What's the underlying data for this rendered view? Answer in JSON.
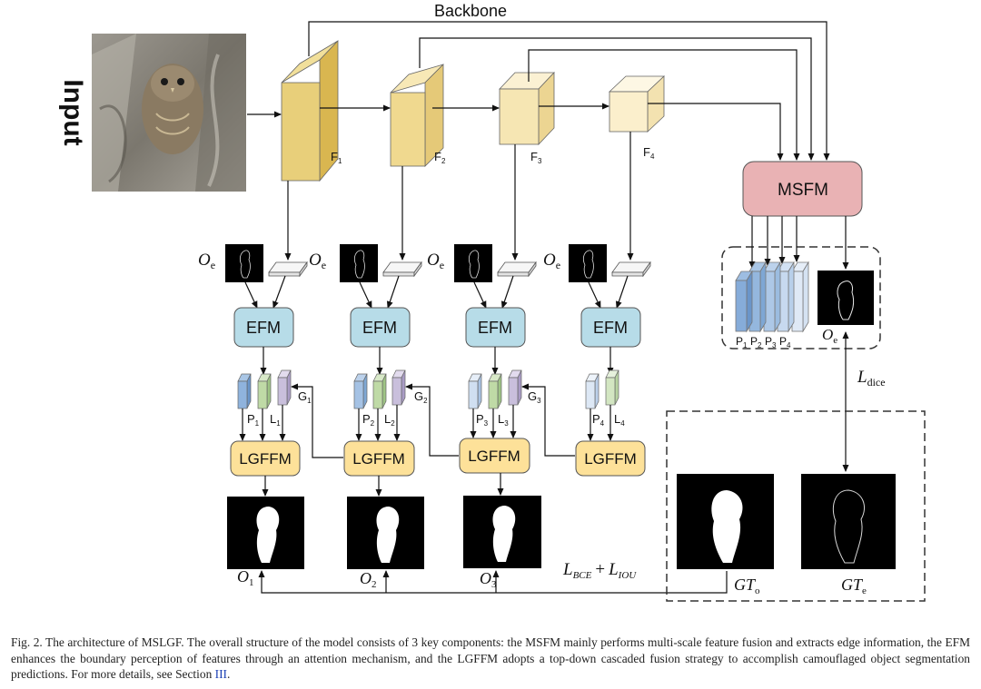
{
  "diagram": {
    "backbone_label": "Backbone",
    "input_label": "Input",
    "feature_labels": [
      {
        "main": "F",
        "sub": "1"
      },
      {
        "main": "F",
        "sub": "2"
      },
      {
        "main": "F",
        "sub": "3"
      },
      {
        "main": "F",
        "sub": "4"
      }
    ],
    "msfm_label": "MSFM",
    "efm_label": "EFM",
    "lgffm_label": "LGFFM",
    "oe_main": "O",
    "oe_sub": "e",
    "p_labels": [
      {
        "main": "P",
        "sub": "1"
      },
      {
        "main": "P",
        "sub": "2"
      },
      {
        "main": "P",
        "sub": "3"
      },
      {
        "main": "P",
        "sub": "4"
      }
    ],
    "l_labels": [
      {
        "main": "L",
        "sub": "1"
      },
      {
        "main": "L",
        "sub": "2"
      },
      {
        "main": "L",
        "sub": "3"
      },
      {
        "main": "L",
        "sub": "4"
      }
    ],
    "g_labels": [
      {
        "main": "G",
        "sub": "1"
      },
      {
        "main": "G",
        "sub": "2"
      },
      {
        "main": "G",
        "sub": "3"
      }
    ],
    "outputs": [
      {
        "main": "O",
        "sub": "1"
      },
      {
        "main": "O",
        "sub": "2"
      },
      {
        "main": "O",
        "sub": "3"
      }
    ],
    "loss_dice": {
      "main": "L",
      "sub": "dice"
    },
    "loss_bce": {
      "main": "L",
      "sub": "BCE"
    },
    "loss_plus": "+",
    "loss_iou": {
      "main": "L",
      "sub": "IOU"
    },
    "gt_o": {
      "main": "GT",
      "sub": "o"
    },
    "gt_e": {
      "main": "GT",
      "sub": "e"
    },
    "colors": {
      "efm_fill": "#b7dce8",
      "lgffm_fill": "#fde199",
      "msfm_fill": "#e9b2b4",
      "f1": "#e8cf7a",
      "f2": "#f0d98f",
      "f3": "#f6e6b3",
      "f4": "#fbefcc",
      "p_blue": "#8fb3dd",
      "l_green": "#bfdaa6",
      "g_purple": "#c9bfdc"
    }
  },
  "caption": {
    "part1": "Fig. 2.  The architecture of MSLGF. The overall structure of the model consists of 3 key components: the MSFM mainly performs multi-scale feature fusion and extracts edge information, the EFM enhances the boundary perception of features through an attention mechanism, and the LGFFM adopts a top-down cascaded fusion strategy to accomplish camouflaged object segmentation predictions. For more details, see Section ",
    "ref": "III",
    "part2": "."
  }
}
